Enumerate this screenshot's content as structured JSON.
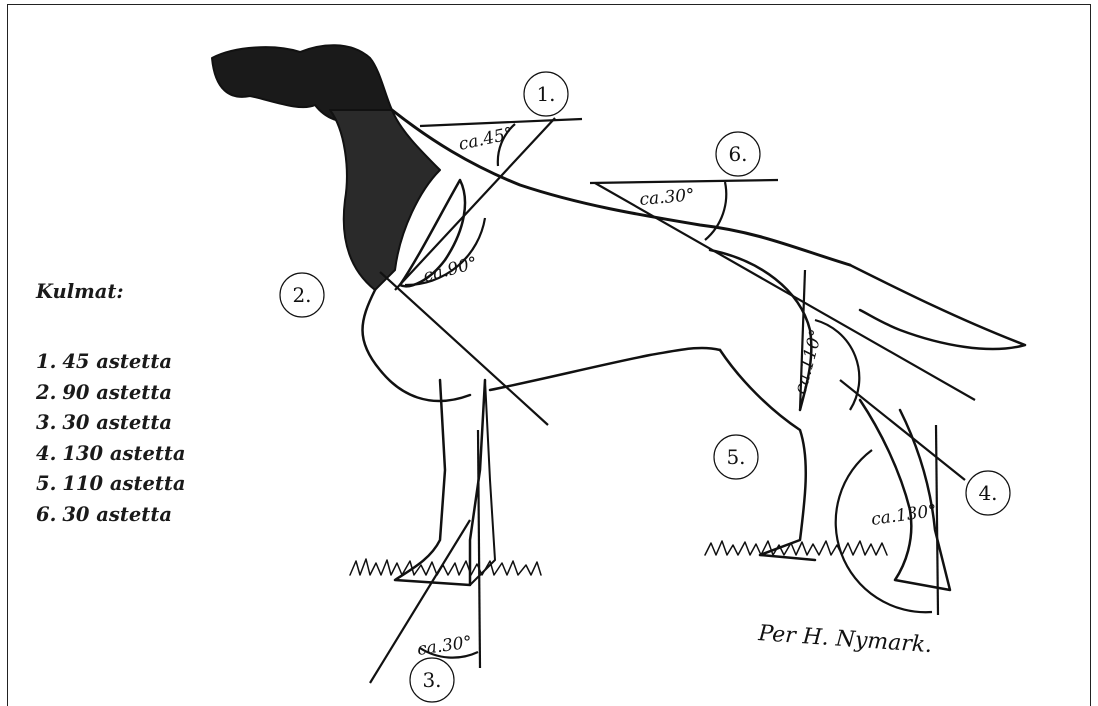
{
  "legend": {
    "title": "Kulmat:",
    "items": [
      {
        "num": "1.",
        "text": "45 astetta"
      },
      {
        "num": "2.",
        "text": "90 astetta"
      },
      {
        "num": "3.",
        "text": "30 astetta"
      },
      {
        "num": "4.",
        "text": "130 astetta"
      },
      {
        "num": "5.",
        "text": "110 astetta"
      },
      {
        "num": "6.",
        "text": "30 astetta"
      }
    ]
  },
  "callouts": [
    "1.",
    "2.",
    "3.",
    "4.",
    "5.",
    "6."
  ],
  "angle_labels": {
    "shoulder_layback": "ca.45°",
    "shoulder_upper_arm": "ca.90°",
    "pastern": "ca.30°",
    "hock": "ca.130°",
    "stifle": "ca.110°",
    "croup": "ca.30°"
  },
  "signature": "Per H. Nymark."
}
